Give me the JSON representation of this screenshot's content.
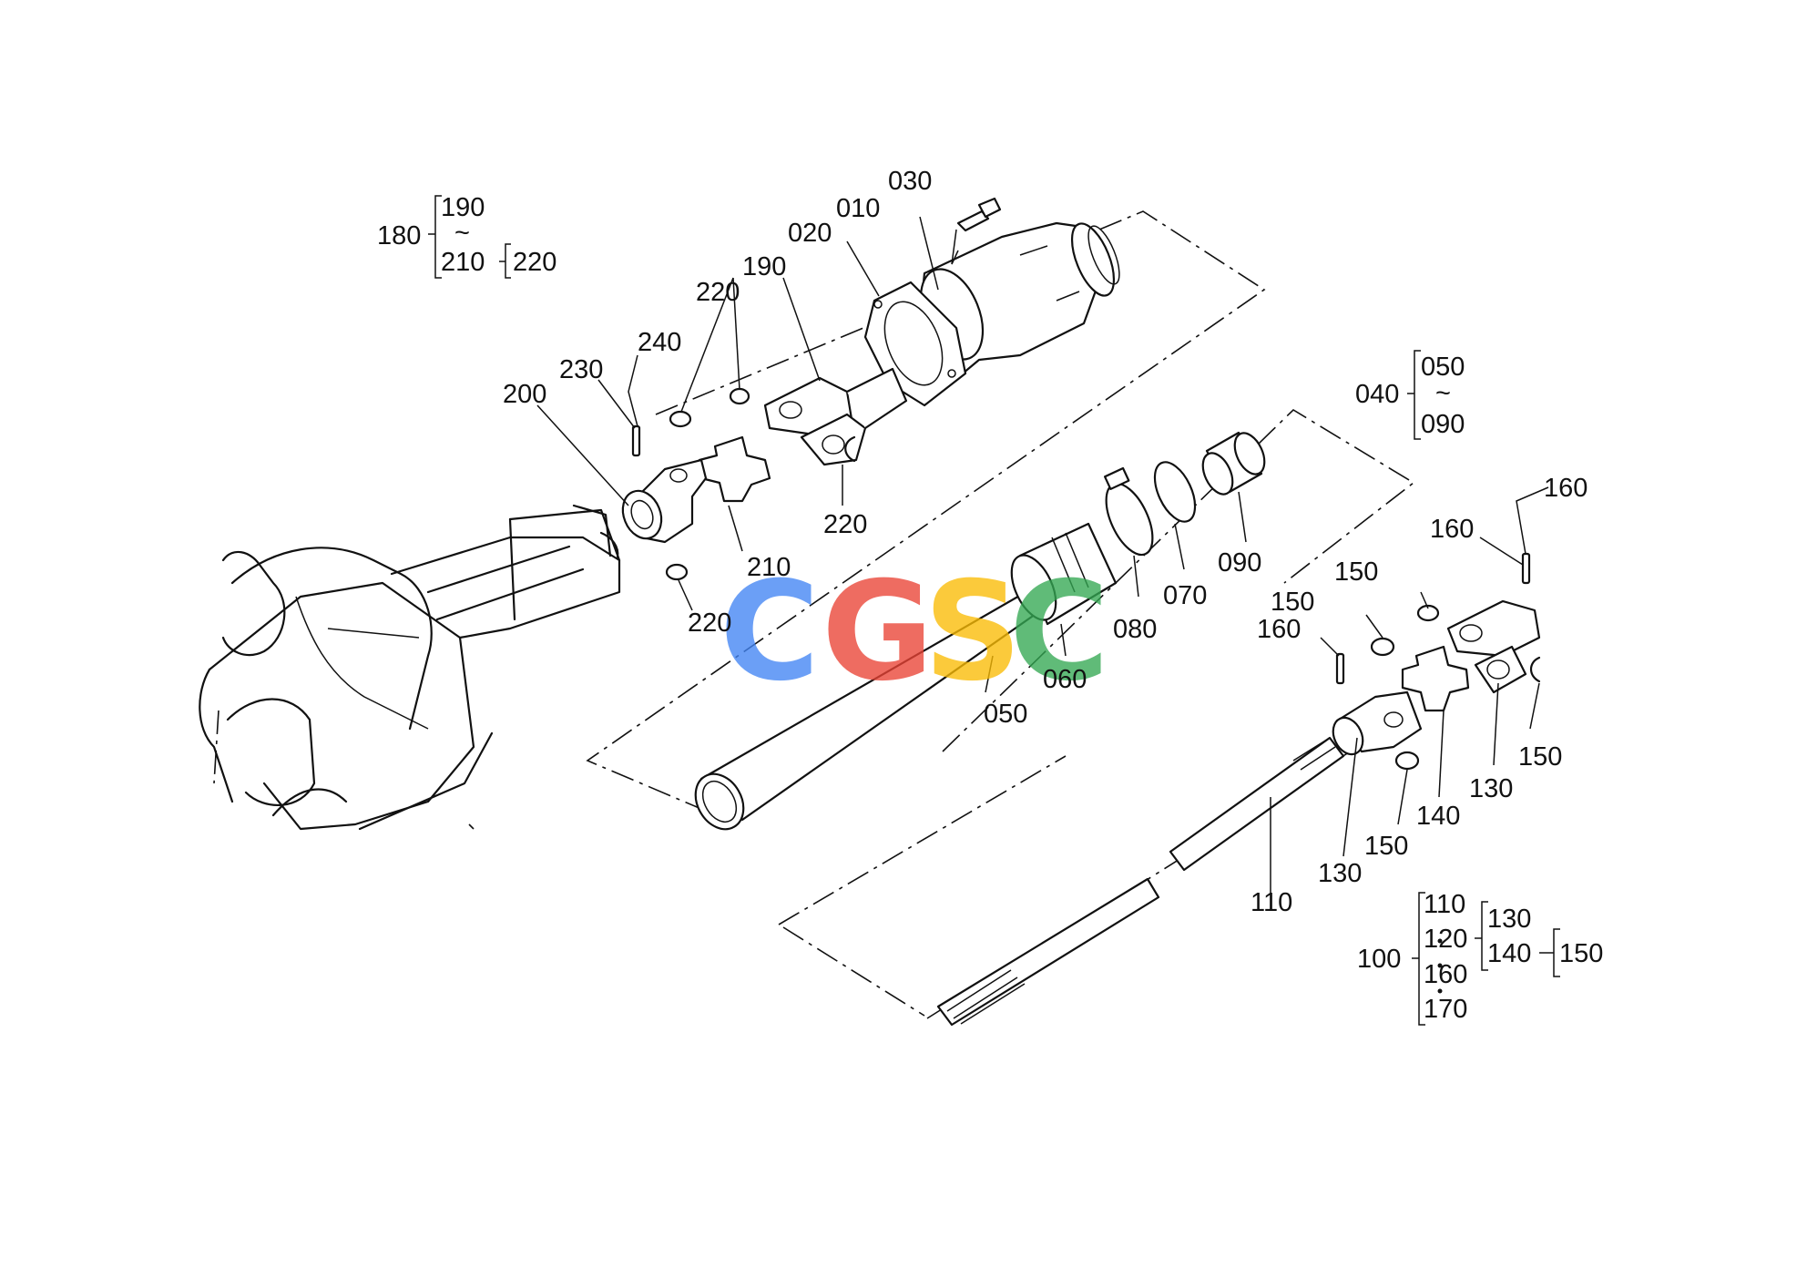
{
  "diagram": {
    "callouts": [
      {
        "id": "c010",
        "text": "010"
      },
      {
        "id": "c020",
        "text": "020"
      },
      {
        "id": "c030",
        "text": "030"
      },
      {
        "id": "c050",
        "text": "050"
      },
      {
        "id": "c060",
        "text": "060"
      },
      {
        "id": "c070",
        "text": "070"
      },
      {
        "id": "c080",
        "text": "080"
      },
      {
        "id": "c090",
        "text": "090"
      },
      {
        "id": "c110",
        "text": "110"
      },
      {
        "id": "c130a",
        "text": "130"
      },
      {
        "id": "c130b",
        "text": "130"
      },
      {
        "id": "c140",
        "text": "140"
      },
      {
        "id": "c150a",
        "text": "150"
      },
      {
        "id": "c150b",
        "text": "150"
      },
      {
        "id": "c150c",
        "text": "150"
      },
      {
        "id": "c150d",
        "text": "150"
      },
      {
        "id": "c160a",
        "text": "160"
      },
      {
        "id": "c160b",
        "text": "160"
      },
      {
        "id": "c170",
        "text": "170"
      },
      {
        "id": "c190",
        "text": "190"
      },
      {
        "id": "c200",
        "text": "200"
      },
      {
        "id": "c210",
        "text": "210"
      },
      {
        "id": "c220a",
        "text": "220"
      },
      {
        "id": "c220b",
        "text": "220"
      },
      {
        "id": "c220c",
        "text": "220"
      },
      {
        "id": "c230",
        "text": "230"
      },
      {
        "id": "c240",
        "text": "240"
      }
    ],
    "assembly_groups": {
      "g180": {
        "parent": "180",
        "upper": "190",
        "range_mark": "~",
        "lower": "210",
        "sub": "220"
      },
      "g040": {
        "parent": "040",
        "upper": "050",
        "range_mark": "~",
        "lower": "090"
      },
      "g100": {
        "parent": "100",
        "items": [
          "110",
          "120",
          "160",
          "170"
        ],
        "sub": [
          "130",
          "140"
        ],
        "subsub": "150"
      }
    }
  },
  "watermark": {
    "letters": [
      "C",
      "G",
      "S",
      "C"
    ],
    "colors": [
      "#4285F4",
      "#EA4335",
      "#FBBC05",
      "#34A853"
    ]
  }
}
